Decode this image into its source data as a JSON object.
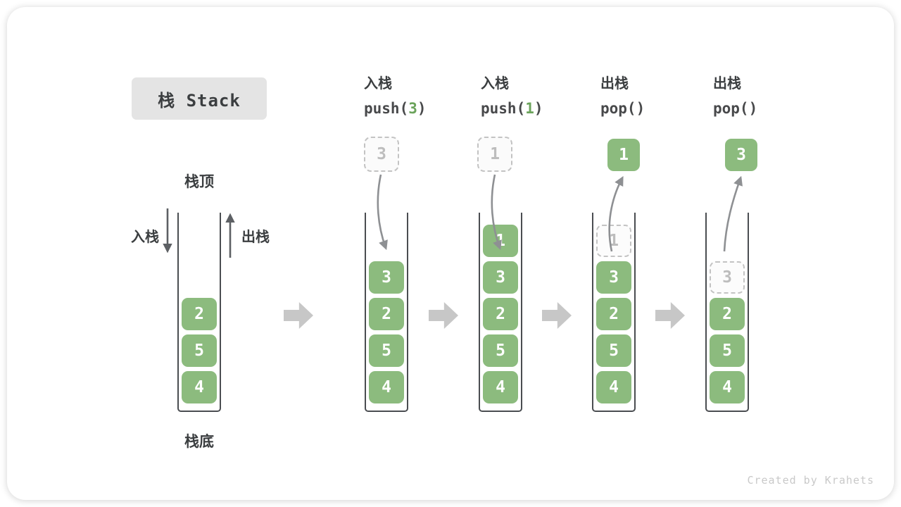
{
  "title": "栈 Stack",
  "watermark": "Created by Krahets",
  "labels": {
    "stack_top": "栈顶",
    "stack_bottom": "栈底",
    "push": "入栈",
    "pop": "出栈"
  },
  "columns": [
    {
      "op": "入栈",
      "call_before": "push(",
      "call_value": "3",
      "call_after": ")"
    },
    {
      "op": "入栈",
      "call_before": "push(",
      "call_value": "1",
      "call_after": ")"
    },
    {
      "op": "出栈",
      "call_before": "pop(",
      "call_value": "",
      "call_after": ")"
    },
    {
      "op": "出栈",
      "call_before": "pop(",
      "call_value": "",
      "call_after": ")"
    }
  ],
  "stacks": [
    {
      "blocks": [
        "2",
        "5",
        "4"
      ]
    },
    {
      "incoming": "3",
      "blocks": [
        "3",
        "2",
        "5",
        "4"
      ]
    },
    {
      "incoming": "1",
      "blocks": [
        "1",
        "3",
        "2",
        "5",
        "4"
      ]
    },
    {
      "popped": "1",
      "ghost": "1",
      "blocks": [
        "3",
        "2",
        "5",
        "4"
      ]
    },
    {
      "popped": "3",
      "ghost": "3",
      "blocks": [
        "2",
        "5",
        "4"
      ]
    }
  ],
  "colors": {
    "green": "#8CBB7E",
    "green-text": "#6BA35B",
    "dark": "#3B3E40",
    "wall": "#4A4D51",
    "arrow": "#8E9093",
    "arrow-dark": "#5D6064",
    "block-arrow": "#C7C7C7",
    "ghost-border": "#C3C3C3",
    "ghost-text": "#BDBDBD",
    "title-bg": "#E4E4E4",
    "watermark": "#C9C9C9"
  }
}
